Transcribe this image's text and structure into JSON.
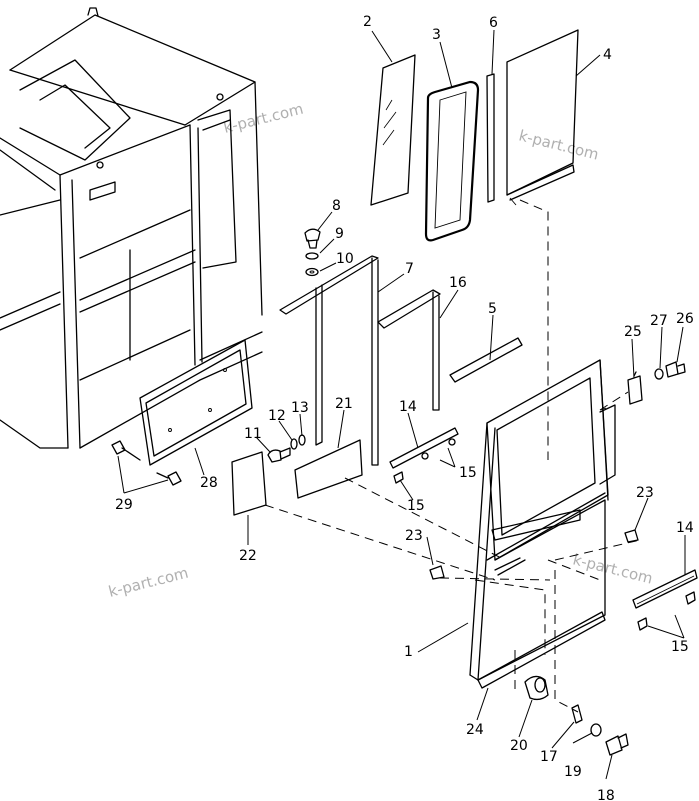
{
  "watermark": "k-part.com",
  "callouts": [
    "1",
    "2",
    "3",
    "4",
    "5",
    "6",
    "7",
    "8",
    "9",
    "10",
    "11",
    "12",
    "13",
    "14",
    "14",
    "15",
    "15",
    "15",
    "16",
    "17",
    "18",
    "19",
    "20",
    "21",
    "22",
    "23",
    "23",
    "24",
    "25",
    "26",
    "27",
    "28",
    "29"
  ]
}
